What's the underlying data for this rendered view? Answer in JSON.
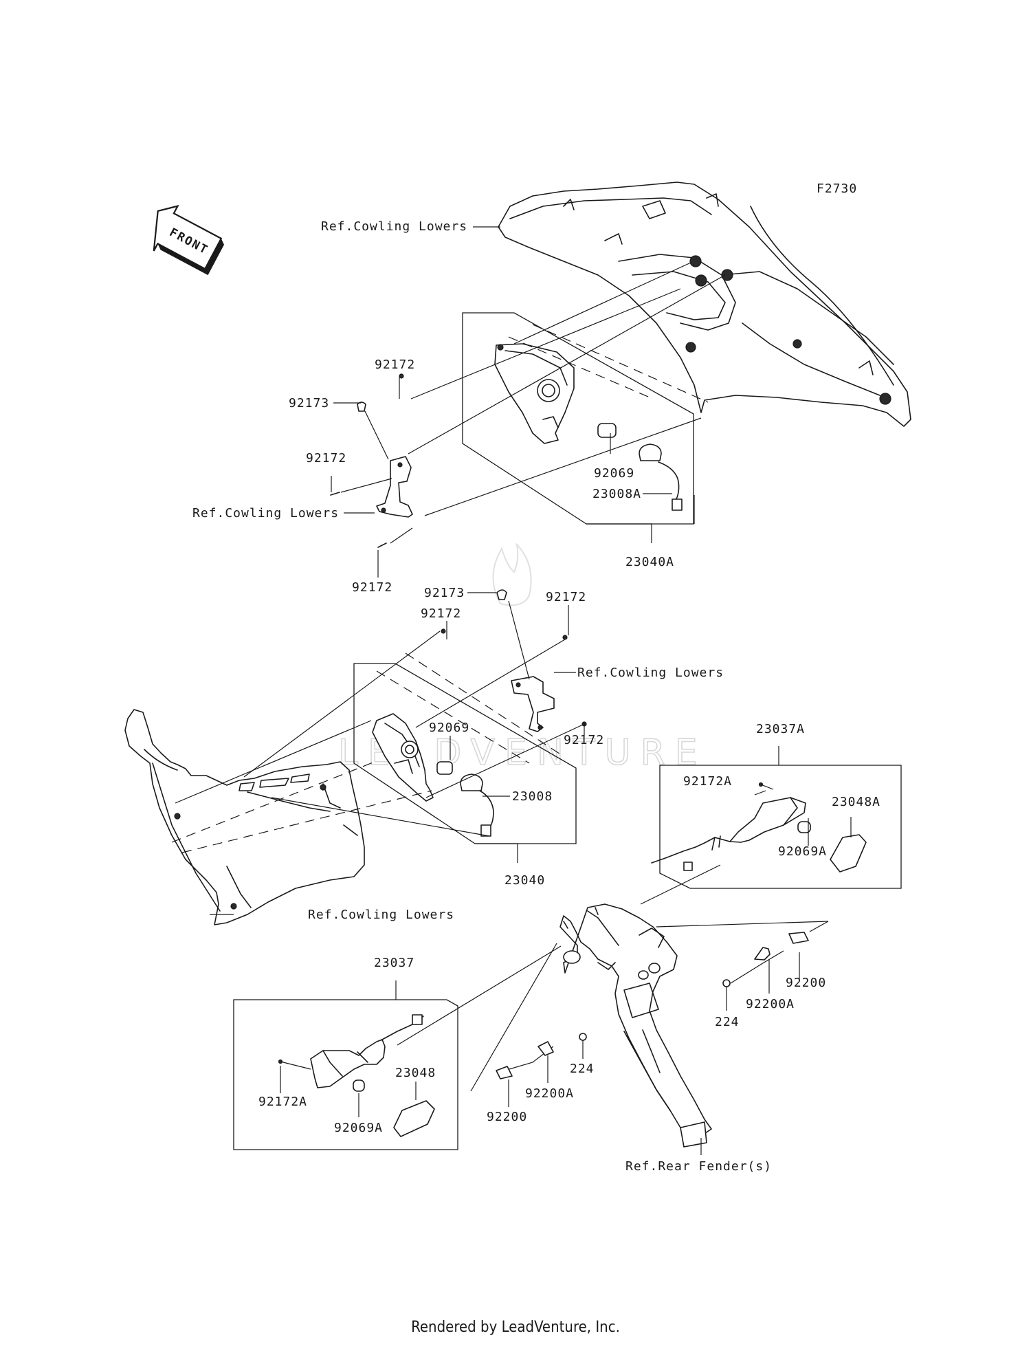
{
  "diagram_code": "F2730",
  "front_arrow_label": "FRONT",
  "watermark": "LEADVENTURE",
  "footer": "Rendered by LeadVenture, Inc.",
  "labels": {
    "ref_cowling_top": "Ref.Cowling Lowers",
    "ref_cowling_bracket_upper": "Ref.Cowling Lowers",
    "ref_cowling_bracket_mid": "Ref.Cowling Lowers",
    "ref_cowling_bottom": "Ref.Cowling Lowers",
    "ref_rear_fender": "Ref.Rear Fender(s)",
    "p92172_a": "92172",
    "p92173_a": "92173",
    "p92172_b": "92172",
    "p92172_c": "92172",
    "p92069_a": "92069",
    "p23008A": "23008A",
    "p23040A": "23040A",
    "p92173_b": "92173",
    "p92172_d": "92172",
    "p92172_e": "92172",
    "p92172_f": "92172",
    "p92069_b": "92069",
    "p23008": "23008",
    "p23040": "23040",
    "p23037A": "23037A",
    "p92172A_a": "92172A",
    "p23048A": "23048A",
    "p92069A_a": "92069A",
    "p92200_a": "92200",
    "p92200A_a": "92200A",
    "p224_a": "224",
    "p23037": "23037",
    "p23048": "23048",
    "p92172A_b": "92172A",
    "p92069A_b": "92069A",
    "p224_b": "224",
    "p92200A_b": "92200A",
    "p92200_b": "92200"
  }
}
